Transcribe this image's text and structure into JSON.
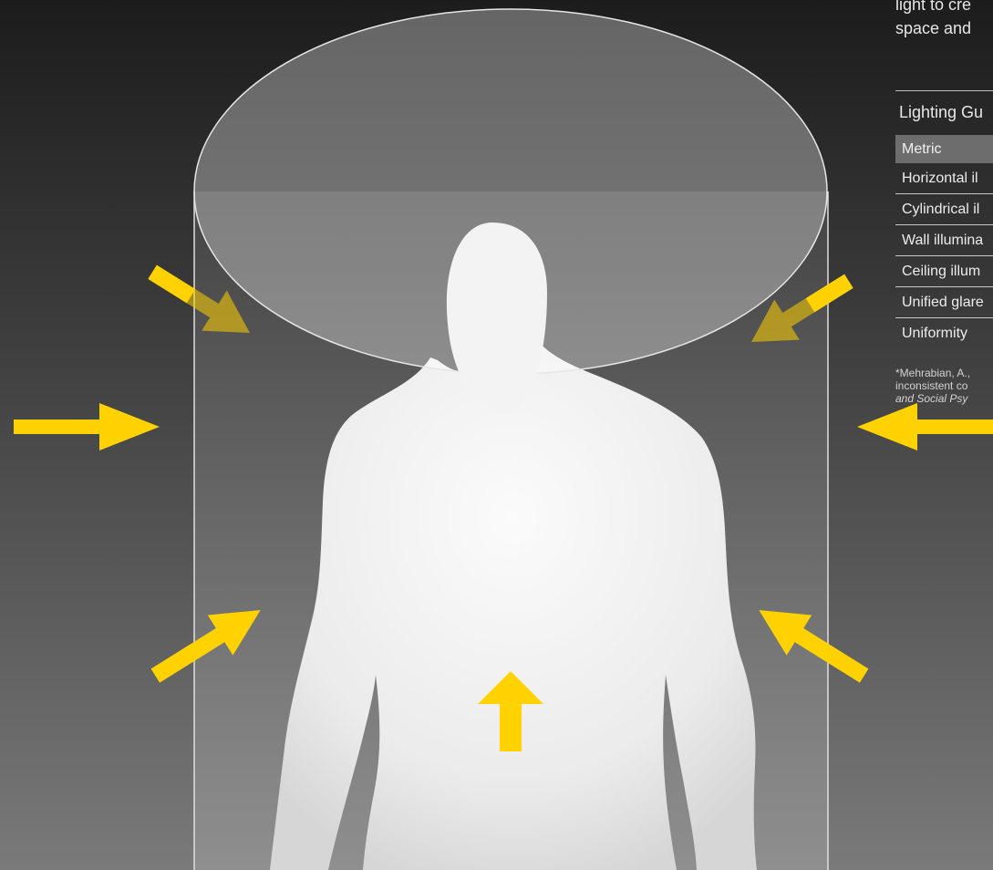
{
  "intro": {
    "line1": "light to cre",
    "line2": "space and"
  },
  "table": {
    "title": "Lighting Gu",
    "header": "Metric",
    "rows": [
      "Horizontal il",
      "Cylindrical il",
      "Wall illumina",
      "Ceiling illum",
      "Unified glare",
      "Uniformity"
    ]
  },
  "footnote": {
    "line1": "*Mehrabian, A.,",
    "line2": " inconsistent co",
    "line3": " and Social Psy"
  },
  "colors": {
    "arrow": "#ffd200",
    "figure": "#f2f2f2",
    "cylinder_outline": "#e0e0e0"
  },
  "icons": {
    "arrows": "arrow-icon",
    "figure": "human-figure-icon"
  }
}
